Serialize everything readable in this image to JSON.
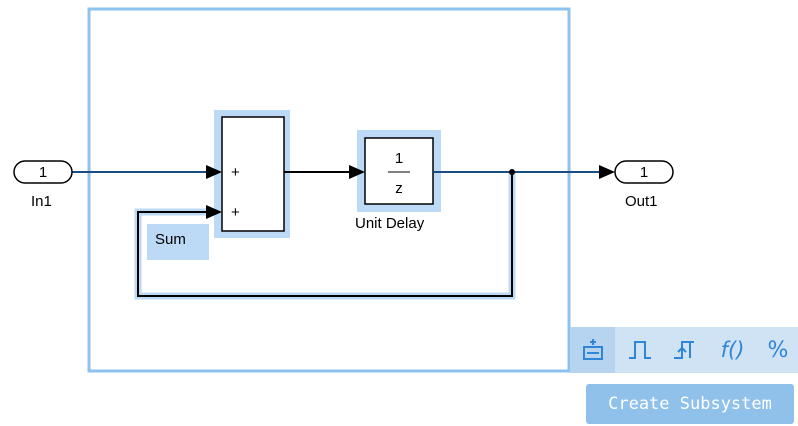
{
  "inport": {
    "number": "1",
    "label": "In1"
  },
  "outport": {
    "number": "1",
    "label": "Out1"
  },
  "sum_block": {
    "label": "Sum",
    "signs": [
      "+",
      "+"
    ]
  },
  "unit_delay": {
    "label": "Unit Delay",
    "numerator": "1",
    "denominator": "z"
  },
  "quick_toolbar": {
    "items": [
      {
        "name": "create-subsystem-icon"
      },
      {
        "name": "enabled-subsystem-icon",
        "glyph": "⎍"
      },
      {
        "name": "triggered-subsystem-icon",
        "glyph": "ᖴ"
      },
      {
        "name": "function-call-icon",
        "glyph": "f()"
      },
      {
        "name": "comment-out-icon",
        "glyph": "%"
      }
    ]
  },
  "create_subsystem_label": "Create Subsystem",
  "colors": {
    "selection": "#8cc2ee",
    "highlight": "#bcd9f5",
    "toolbar_bg": "#cfe3f5",
    "accent": "#2f86d6"
  }
}
